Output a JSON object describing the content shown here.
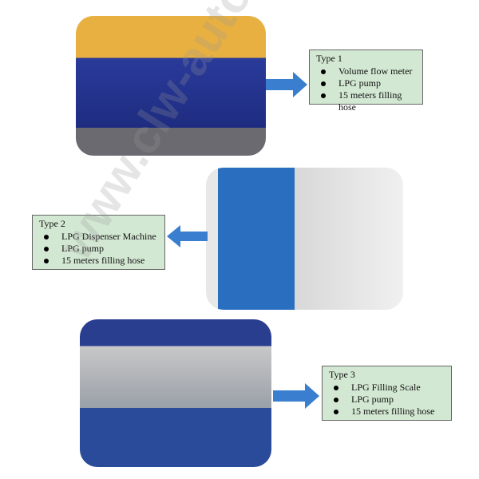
{
  "watermark": "www.clw-autos.com",
  "colors": {
    "box_bg": "#d3e8d3",
    "arrow": "#3a7ed0"
  },
  "types": [
    {
      "title": "Type 1",
      "items": [
        "Volume flow meter",
        "LPG pump",
        "15 meters filling hose"
      ]
    },
    {
      "title": "Type 2",
      "items": [
        "LPG Dispenser Machine",
        "LPG pump",
        "15 meters filling hose"
      ]
    },
    {
      "title": "Type 3",
      "items": [
        "LPG Filling Scale",
        "LPG pump",
        "15 meters filling hose"
      ]
    }
  ]
}
